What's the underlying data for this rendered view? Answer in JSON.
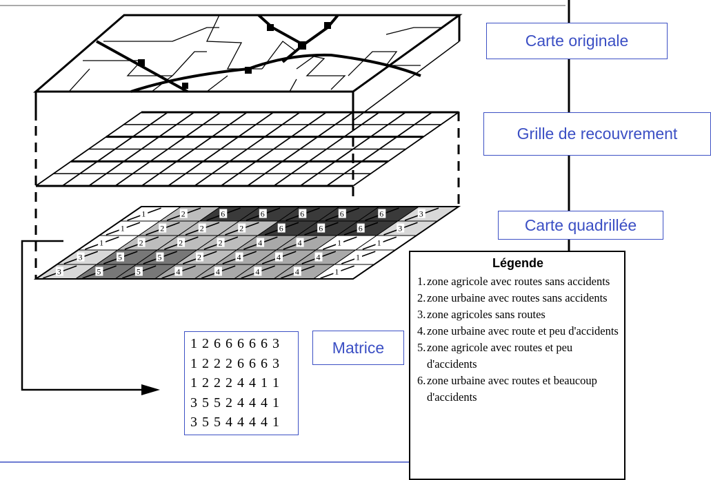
{
  "labels": {
    "carte_originale": "Carte originale",
    "grille": "Grille de recouvrement",
    "carte_quadrillee": "Carte quadrillée",
    "matrice": "Matrice"
  },
  "matrix": [
    "1 2 6 6 6 6 6 3",
    "1 2 2 2 6 6 6 3",
    "1 2 2 2 4 4 1 1",
    "3 5 5 2 4 4 4 1",
    "3 5 5 4 4 4 4 1"
  ],
  "grid_values": [
    [
      1,
      2,
      6,
      6,
      6,
      6,
      6,
      3
    ],
    [
      1,
      2,
      2,
      2,
      6,
      6,
      6,
      3
    ],
    [
      1,
      2,
      2,
      2,
      4,
      4,
      1,
      1
    ],
    [
      3,
      5,
      5,
      2,
      4,
      4,
      4,
      1
    ],
    [
      3,
      5,
      5,
      4,
      4,
      4,
      4,
      1
    ]
  ],
  "zone_colors": {
    "1": "#ffffff",
    "2": "#bdbdbd",
    "3": "#d8d8d8",
    "4": "#a9a9a9",
    "5": "#787878",
    "6": "#3a3a3a"
  },
  "legend": {
    "title": "Légende",
    "items": [
      {
        "num": "1.",
        "text": "zone agricole avec routes sans accidents"
      },
      {
        "num": "2.",
        "text": "zone urbaine avec routes sans accidents"
      },
      {
        "num": "3.",
        "text": "zone agricoles sans routes"
      },
      {
        "num": "4.",
        "text": "zone urbaine avec route et peu d'accidents"
      },
      {
        "num": "5.",
        "text": "zone agricole avec routes et peu d'accidents"
      },
      {
        "num": "6.",
        "text": "zone urbaine avec routes et beaucoup d'accidents"
      }
    ]
  },
  "colors": {
    "label_blue": "#3b4fc4",
    "line": "#000000"
  }
}
